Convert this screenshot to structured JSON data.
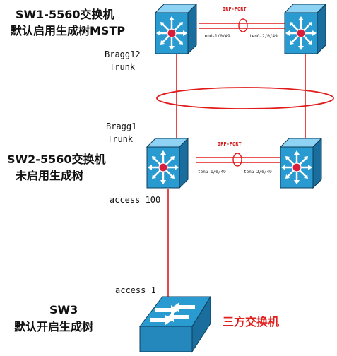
{
  "sw1": {
    "title_line1": "SW1-5560交换机",
    "title_line2": "默认启用生成树MSTP",
    "link_label_1": "Bragg12",
    "link_label_2": "Trunk"
  },
  "sw1_irf": {
    "label": "IRF-PORT",
    "left_port": "tenG-1/0/49",
    "right_port": "tenG-2/0/49"
  },
  "sw2": {
    "link_label_1": "Bragg1",
    "link_label_2": "Trunk",
    "title_line1": "SW2-5560交换机",
    "title_line2": "未启用生成树",
    "access_label": "access 100"
  },
  "sw2_irf": {
    "label": "IRF-PORT",
    "left_port": "tenG-1/0/49",
    "right_port": "tenG-2/0/49"
  },
  "sw3": {
    "access_label": "access 1",
    "title_line1": "SW3",
    "title_line2": "默认开启生成树",
    "vendor_label": "三方交换机"
  },
  "colors": {
    "link": "#e11a1a",
    "switch_face": "#2a9bd1",
    "switch_side": "#1a6e9e",
    "hub": "#d81e3a"
  },
  "icons": {
    "l3_switch": "multilayer-switch-icon",
    "l2_switch": "workgroup-switch-icon"
  }
}
